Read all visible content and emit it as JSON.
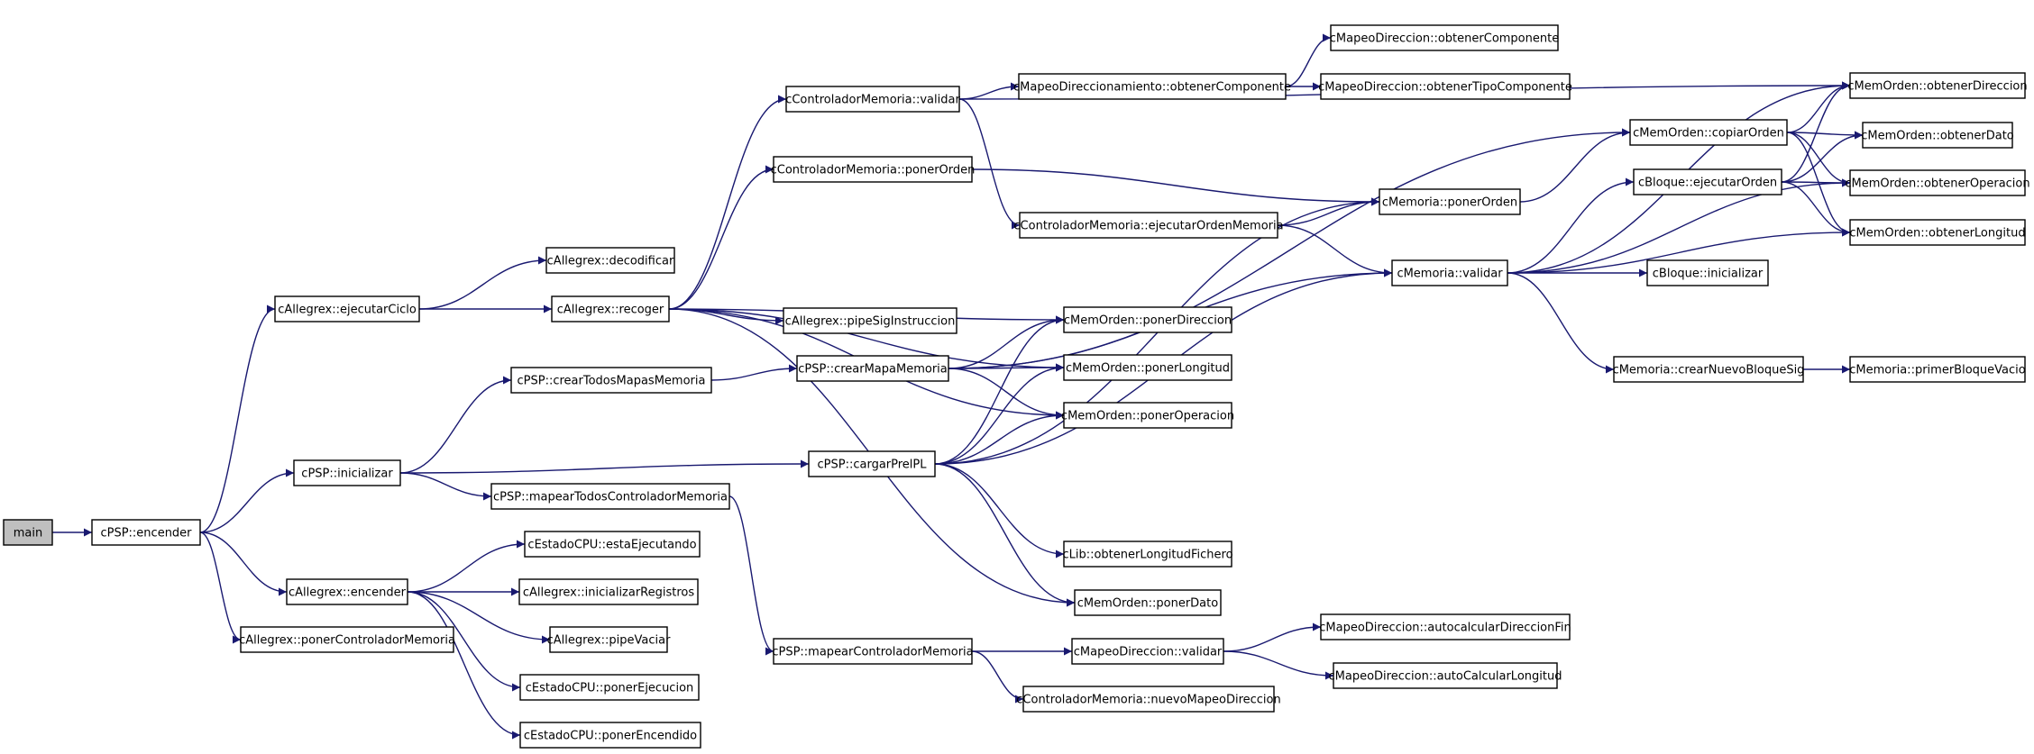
{
  "colors": {
    "edge": "#191970",
    "root_fill": "#bfbfbf",
    "node_fill": "#ffffff",
    "node_border": "#000000"
  },
  "nodes": [
    {
      "id": "main",
      "label": "main"
    },
    {
      "id": "psp_encender",
      "label": "cPSP::encender"
    },
    {
      "id": "alg_ejecutarCiclo",
      "label": "cAllegrex::ejecutarCiclo"
    },
    {
      "id": "psp_inicializar",
      "label": "cPSP::inicializar"
    },
    {
      "id": "alg_encender",
      "label": "cAllegrex::encender"
    },
    {
      "id": "alg_ponerControladorMemoria",
      "label": "cAllegrex::ponerControladorMemoria"
    },
    {
      "id": "alg_decodificar",
      "label": "cAllegrex::decodificar"
    },
    {
      "id": "alg_recoger",
      "label": "cAllegrex::recoger"
    },
    {
      "id": "psp_crearTodosMapasMemoria",
      "label": "cPSP::crearTodosMapasMemoria"
    },
    {
      "id": "psp_mapearTodosControladorMemoria",
      "label": "cPSP::mapearTodosControladorMemoria"
    },
    {
      "id": "cpu_estaEjecutando",
      "label": "cEstadoCPU::estaEjecutando"
    },
    {
      "id": "alg_inicializarRegistros",
      "label": "cAllegrex::inicializarRegistros"
    },
    {
      "id": "alg_pipeVaciar",
      "label": "cAllegrex::pipeVaciar"
    },
    {
      "id": "cpu_ponerEjecucion",
      "label": "cEstadoCPU::ponerEjecucion"
    },
    {
      "id": "cpu_ponerEncendido",
      "label": "cEstadoCPU::ponerEncendido"
    },
    {
      "id": "cm_validar",
      "label": "cControladorMemoria::validar"
    },
    {
      "id": "cm_ponerOrden",
      "label": "cControladorMemoria::ponerOrden"
    },
    {
      "id": "alg_pipeSigInstruccion",
      "label": "cAllegrex::pipeSigInstruccion"
    },
    {
      "id": "psp_crearMapaMemoria",
      "label": "cPSP::crearMapaMemoria"
    },
    {
      "id": "psp_cargarPrelPL",
      "label": "cPSP::cargarPrelPL"
    },
    {
      "id": "psp_mapearControladorMemoria",
      "label": "cPSP::mapearControladorMemoria"
    },
    {
      "id": "mapdirnto_obtenerComponente",
      "label": "cMapeoDireccionamiento::obtenerComponente"
    },
    {
      "id": "cm_ejecutarOrdenMemoria",
      "label": "cControladorMemoria::ejecutarOrdenMemoria"
    },
    {
      "id": "mo_ponerDireccion",
      "label": "cMemOrden::ponerDireccion"
    },
    {
      "id": "mo_ponerLongitud",
      "label": "cMemOrden::ponerLongitud"
    },
    {
      "id": "mo_ponerOperacion",
      "label": "cMemOrden::ponerOperacion"
    },
    {
      "id": "lib_obtenerLongitudFichero",
      "label": "cLib::obtenerLongitudFichero"
    },
    {
      "id": "mo_ponerDato",
      "label": "cMemOrden::ponerDato"
    },
    {
      "id": "md_validar",
      "label": "cMapeoDireccion::validar"
    },
    {
      "id": "cm_nuevoMapeoDireccion",
      "label": "cControladorMemoria::nuevoMapeoDireccion"
    },
    {
      "id": "md_obtenerComponente",
      "label": "cMapeoDireccion::obtenerComponente"
    },
    {
      "id": "md_obtenerTipoComponente",
      "label": "cMapeoDireccion::obtenerTipoComponente"
    },
    {
      "id": "mem_ponerOrden",
      "label": "cMemoria::ponerOrden"
    },
    {
      "id": "mem_validar",
      "label": "cMemoria::validar"
    },
    {
      "id": "md_autocalcularDireccionFin",
      "label": "cMapeoDireccion::autocalcularDireccionFin"
    },
    {
      "id": "md_autoCalcularLongitud",
      "label": "cMapeoDireccion::autoCalcularLongitud"
    },
    {
      "id": "mo_copiarOrden",
      "label": "cMemOrden::copiarOrden"
    },
    {
      "id": "blq_ejecutarOrden",
      "label": "cBloque::ejecutarOrden"
    },
    {
      "id": "blq_inicializar",
      "label": "cBloque::inicializar"
    },
    {
      "id": "mem_crearNuevoBloqueSig",
      "label": "cMemoria::crearNuevoBloqueSig"
    },
    {
      "id": "mo_obtenerDireccion",
      "label": "cMemOrden::obtenerDireccion"
    },
    {
      "id": "mo_obtenerDato",
      "label": "cMemOrden::obtenerDato"
    },
    {
      "id": "mo_obtenerOperacion",
      "label": "cMemOrden::obtenerOperacion"
    },
    {
      "id": "mo_obtenerLongitud",
      "label": "cMemOrden::obtenerLongitud"
    },
    {
      "id": "mem_primerBloqueVacio",
      "label": "cMemoria::primerBloqueVacio"
    }
  ]
}
